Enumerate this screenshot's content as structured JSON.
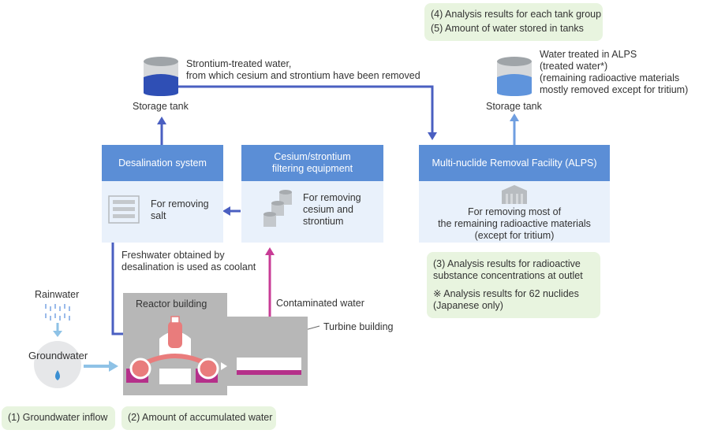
{
  "tanks_group_box": {
    "line1": "(4) Analysis results for each tank group",
    "line2": "(5) Amount of water stored in tanks"
  },
  "left_tank": {
    "label": "Storage tank",
    "desc": "Strontium-treated water,\nfrom which cesium and strontium have been removed"
  },
  "right_tank": {
    "label": "Storage tank",
    "desc": "Water treated in ALPS\n(treated water*)\n(remaining radioactive materials\nmostly removed except for tritium)"
  },
  "desalination": {
    "title": "Desalination system",
    "text": "For removing\nsalt"
  },
  "cesium": {
    "title": "Cesium/strontium\nfiltering equipment",
    "text": "For removing\ncesium and\nstrontium"
  },
  "alps": {
    "title": "Multi-nuclide Removal Facility (ALPS)",
    "text": "For removing most of\nthe remaining radioactive materials\n(except for tritium)"
  },
  "outlet_box": {
    "line1": "(3) Analysis results for radioactive\n      substance concentrations at outlet",
    "line2": "※ Analysis results for 62 nuclides\n      (Japanese only)"
  },
  "freshwater_note": "Freshwater obtained by\ndesalination is used as coolant",
  "rainwater": "Rainwater",
  "groundwater": "Groundwater",
  "reactor_building": "Reactor building",
  "turbine_building": "Turbine building",
  "contaminated_water": "Contaminated water",
  "bottom_left_box": "(1) Groundwater inflow",
  "bottom_mid_box": "(2) Amount of accumulated water",
  "colors": {
    "blue_header": "#5b8ed6",
    "panel": "#e9f1fb",
    "arrow_blue": "#4a5fc1",
    "arrow_light": "#6f9ee0",
    "contaminated": "#c83c96",
    "green_box": "#e8f4df"
  }
}
